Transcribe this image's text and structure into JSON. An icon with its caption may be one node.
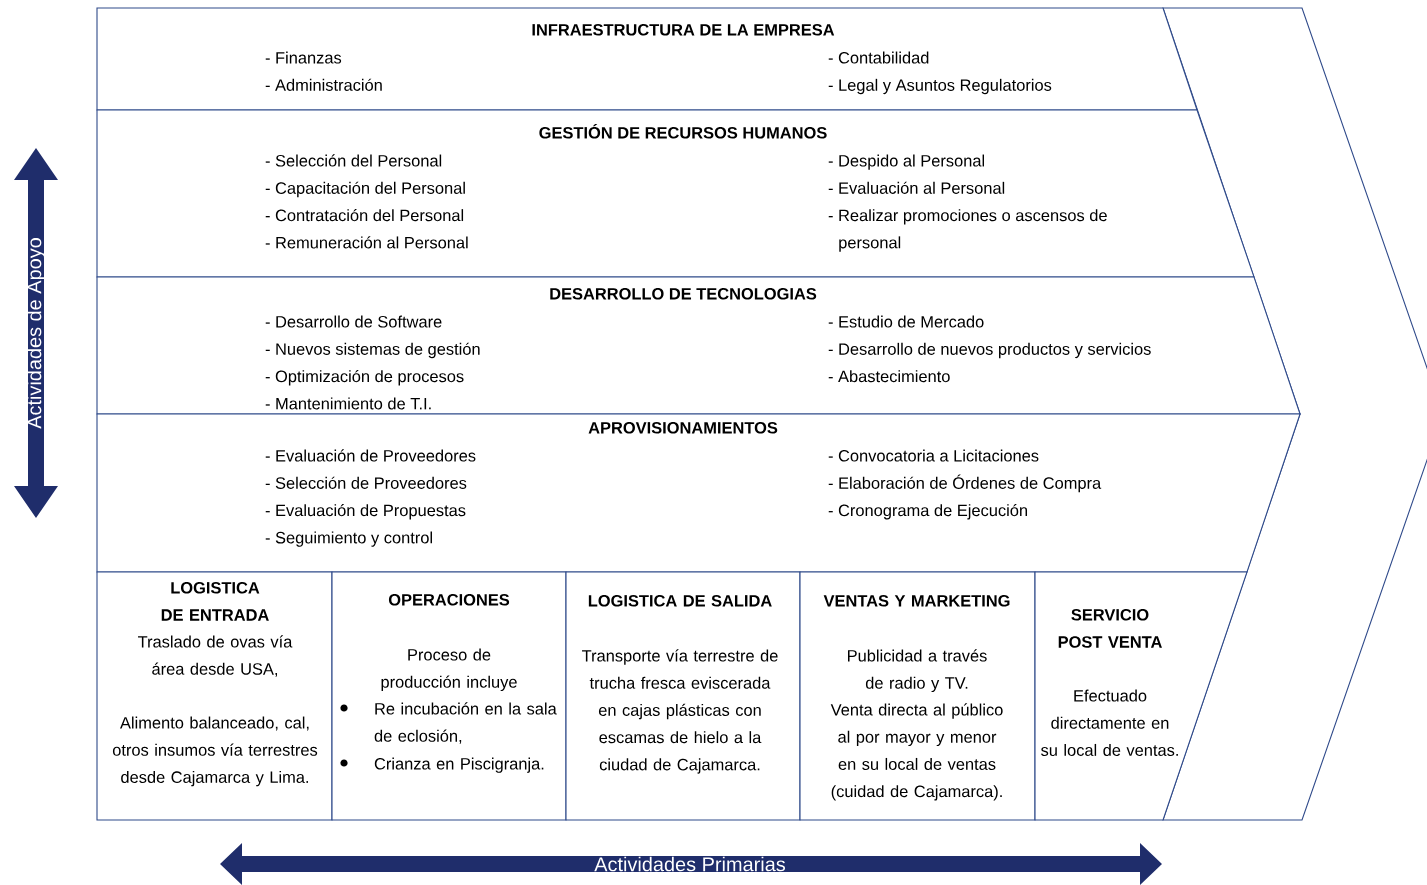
{
  "diagram": {
    "nodes": [
      {
        "text": [
          "INFRAESTRUCTURA DE LA EMPRESA",
          "- Finanzas",
          "- Administración",
          "- Contabilidad",
          "- Legal y Asuntos Regulatorios"
        ]
      },
      {
        "text": [
          "GESTIÓN DE RECURSOS HUMANOS",
          "- Selección del Personal",
          "- Capacitación del Personal",
          "- Contratación del Personal",
          "- Remuneración al Personal",
          "- Despido al Personal",
          "- Evaluación al Personal",
          "- Realizar promociones o ascensos de personal"
        ]
      },
      {
        "text": [
          "DESARROLLO DE TECNOLOGIAS",
          "- Desarrollo de Software",
          "- Nuevos sistemas de gestión",
          "- Optimización de procesos",
          "- Mantenimiento de T.I.",
          "- Estudio de Mercado",
          "- Desarrollo de nuevos productos y servicios",
          "- Abastecimiento"
        ]
      },
      {
        "text": [
          "APROVISIONAMIENTOS",
          "- Evaluación de Proveedores",
          "- Selección de Proveedores",
          "- Evaluación de Propuestas",
          "- Seguimiento y control",
          "- Convocatoria a Licitaciones",
          "- Elaboración de Órdenes de Compra",
          "- Cronograma de Ejecución"
        ]
      },
      {
        "text": [
          "LOGISTICA DE ENTRADA",
          "Traslado de ovas vía área desde USA,",
          "Alimento balanceado, cal, otros insumos vía terrestres desde Cajamarca y Lima."
        ]
      },
      {
        "text": [
          "OPERACIONES",
          "Proceso de producción incluye",
          "Re incubación en la sala de eclosión,",
          "Crianza en Piscigranja."
        ]
      },
      {
        "text": [
          "LOGISTICA DE SALIDA",
          "Transporte vía terrestre de trucha fresca eviscerada en cajas plásticas con escamas de hielo a la ciudad de Cajamarca."
        ]
      },
      {
        "text": [
          "VENTAS Y MARKETING",
          "Publicidad a través de radio y TV.",
          "Venta directa al público al por mayor y menor en su local de ventas (cuidad de Cajamarca)."
        ]
      },
      {
        "text": [
          "SERVICIO POST VENTA",
          "Efectuado directamente en su local de ventas."
        ]
      }
    ],
    "labels": [
      "Actividades de Apoyo",
      "Actividades Primarias"
    ]
  }
}
